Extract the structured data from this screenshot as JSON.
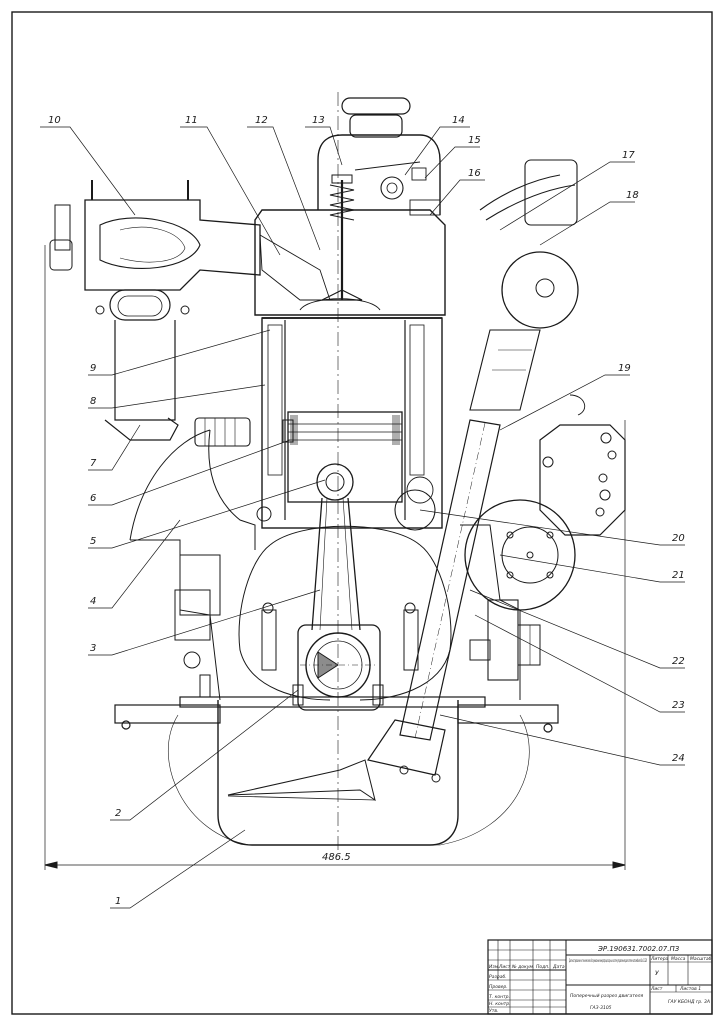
{
  "drawing": {
    "part_labels": [
      "1",
      "2",
      "3",
      "4",
      "5",
      "6",
      "7",
      "8",
      "9",
      "10",
      "11",
      "12",
      "13",
      "14",
      "15",
      "16",
      "17",
      "18",
      "19",
      "20",
      "21",
      "22",
      "23",
      "24"
    ],
    "dimension": "486.5"
  },
  "title_block": {
    "designation": "ЭР.190631.7002.07.ПЗ",
    "document_title": "Диагностирование и техническое обслуживание микропроцессорных систем управления двигателем автомобиля Ваз 21126",
    "drawing_title": "Поперечный разрез двигателя",
    "engine_code": "ГАЗ-3105",
    "stage_header": "Литера",
    "mass_header": "Масса",
    "scale_header": "Масштаб",
    "stage_value": "У",
    "sheet_label": "Лист",
    "sheets_label": "Листов 1",
    "org": "ГАУ КБОНД гр. 3А",
    "rows": {
      "change": "Изм.",
      "sheet": "Лист",
      "doc_no": "№ докум.",
      "sign": "Подп.",
      "date": "Дата",
      "developed": "Разраб.",
      "checked": "Провер.",
      "t_control": "Т. контр.",
      "n_control": "Н. контр.",
      "approved": "Утв."
    }
  }
}
